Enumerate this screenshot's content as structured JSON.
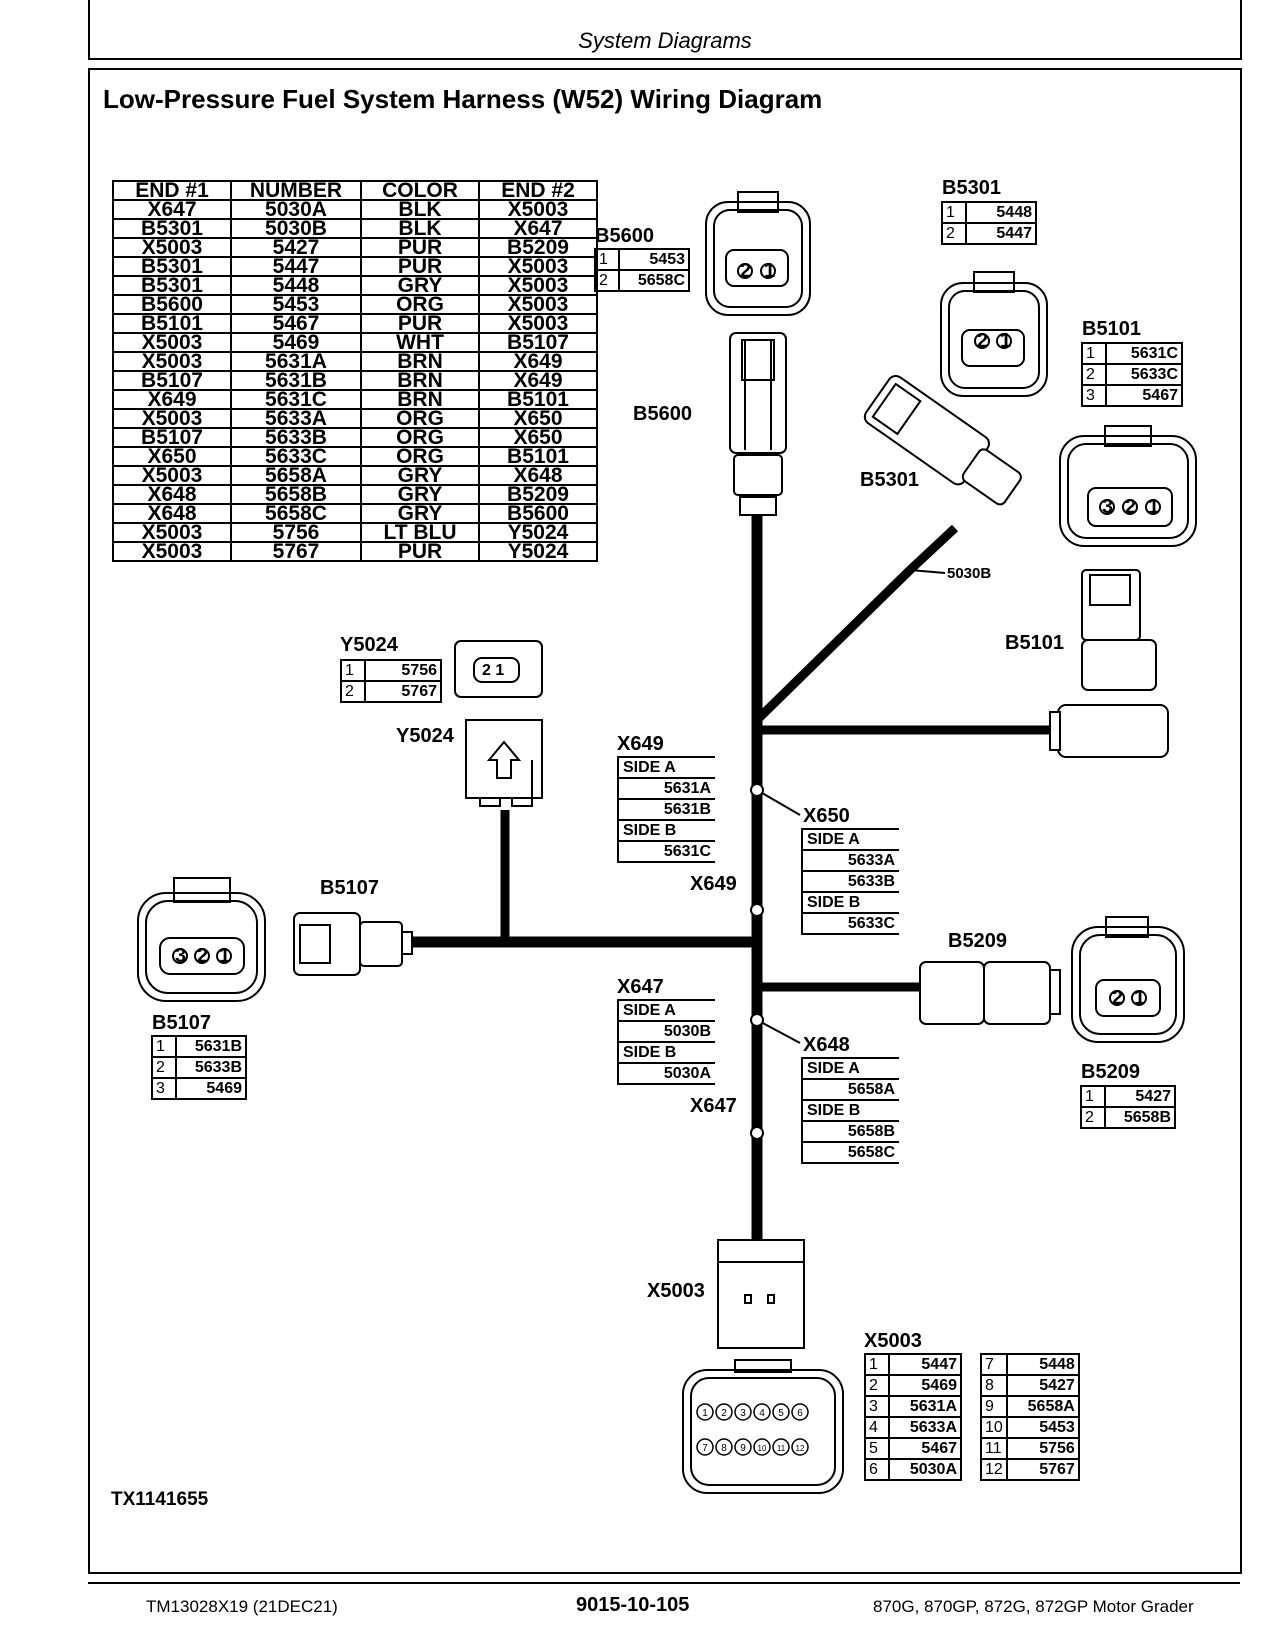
{
  "header": {
    "section": "System Diagrams"
  },
  "title": "Low-Pressure Fuel System Harness (W52) Wiring Diagram",
  "wire_table": {
    "columns": [
      "END #1",
      "NUMBER",
      "COLOR",
      "END #2"
    ],
    "rows": [
      [
        "X647",
        "5030A",
        "BLK",
        "X5003"
      ],
      [
        "B5301",
        "5030B",
        "BLK",
        "X647"
      ],
      [
        "X5003",
        "5427",
        "PUR",
        "B5209"
      ],
      [
        "B5301",
        "5447",
        "PUR",
        "X5003"
      ],
      [
        "B5301",
        "5448",
        "GRY",
        "X5003"
      ],
      [
        "B5600",
        "5453",
        "ORG",
        "X5003"
      ],
      [
        "B5101",
        "5467",
        "PUR",
        "X5003"
      ],
      [
        "X5003",
        "5469",
        "WHT",
        "B5107"
      ],
      [
        "X5003",
        "5631A",
        "BRN",
        "X649"
      ],
      [
        "B5107",
        "5631B",
        "BRN",
        "X649"
      ],
      [
        "X649",
        "5631C",
        "BRN",
        "B5101"
      ],
      [
        "X5003",
        "5633A",
        "ORG",
        "X650"
      ],
      [
        "B5107",
        "5633B",
        "ORG",
        "X650"
      ],
      [
        "X650",
        "5633C",
        "ORG",
        "B5101"
      ],
      [
        "X5003",
        "5658A",
        "GRY",
        "X648"
      ],
      [
        "X648",
        "5658B",
        "GRY",
        "B5209"
      ],
      [
        "X648",
        "5658C",
        "GRY",
        "B5600"
      ],
      [
        "X5003",
        "5756",
        "LT BLU",
        "Y5024"
      ],
      [
        "X5003",
        "5767",
        "PUR",
        "Y5024"
      ]
    ]
  },
  "pin_tables": {
    "b5600": {
      "name": "B5600",
      "pins": [
        [
          "1",
          "5453"
        ],
        [
          "2",
          "5658C"
        ]
      ]
    },
    "b5301": {
      "name": "B5301",
      "pins": [
        [
          "1",
          "5448"
        ],
        [
          "2",
          "5447"
        ]
      ]
    },
    "b5101": {
      "name": "B5101",
      "pins": [
        [
          "1",
          "5631C"
        ],
        [
          "2",
          "5633C"
        ],
        [
          "3",
          "5467"
        ]
      ]
    },
    "y5024": {
      "name": "Y5024",
      "pins": [
        [
          "1",
          "5756"
        ],
        [
          "2",
          "5767"
        ]
      ]
    },
    "b5107": {
      "name": "B5107",
      "pins": [
        [
          "1",
          "5631B"
        ],
        [
          "2",
          "5633B"
        ],
        [
          "3",
          "5469"
        ]
      ]
    },
    "b5209": {
      "name": "B5209",
      "pins": [
        [
          "1",
          "5427"
        ],
        [
          "2",
          "5658B"
        ]
      ]
    },
    "x5003a": {
      "name": "X5003",
      "pins": [
        [
          "1",
          "5447"
        ],
        [
          "2",
          "5469"
        ],
        [
          "3",
          "5631A"
        ],
        [
          "4",
          "5633A"
        ],
        [
          "5",
          "5467"
        ],
        [
          "6",
          "5030A"
        ]
      ]
    },
    "x5003b": {
      "pins": [
        [
          "7",
          "5448"
        ],
        [
          "8",
          "5427"
        ],
        [
          "9",
          "5658A"
        ],
        [
          "10",
          "5453"
        ],
        [
          "11",
          "5756"
        ],
        [
          "12",
          "5767"
        ]
      ]
    }
  },
  "splice_tables": {
    "x649": {
      "name": "X649",
      "side_a": "SIDE A",
      "a": [
        "5631A",
        "5631B"
      ],
      "side_b": "SIDE B",
      "b": [
        "5631C"
      ]
    },
    "x650": {
      "name": "X650",
      "side_a": "SIDE A",
      "a": [
        "5633A",
        "5633B"
      ],
      "side_b": "SIDE B",
      "b": [
        "5633C"
      ]
    },
    "x647": {
      "name": "X647",
      "side_a": "SIDE A",
      "a": [
        "5030B"
      ],
      "side_b": "SIDE B",
      "b": [
        "5030A"
      ]
    },
    "x648": {
      "name": "X648",
      "side_a": "SIDE A",
      "a": [
        "5658A"
      ],
      "side_b": "SIDE B",
      "b": [
        "5658B",
        "5658C"
      ]
    }
  },
  "diagram_labels": {
    "b5600": "B5600",
    "b5301": "B5301",
    "b5101": "B5101",
    "y5024": "Y5024",
    "b5107": "B5107",
    "b5209": "B5209",
    "x5003": "X5003",
    "x649": "X649",
    "x647": "X647",
    "wire_5030b": "5030B",
    "y5024_pins": "2 1",
    "x5003_pins_top": [
      "1",
      "2",
      "3",
      "4",
      "5",
      "6"
    ],
    "x5003_pins_bottom": [
      "7",
      "8",
      "9",
      "10",
      "11",
      "12"
    ]
  },
  "doc_id": "TX1141655",
  "footer": {
    "left": "TM13028X19 (21DEC21)",
    "center": "9015-10-105",
    "right": "870G, 870GP, 872G, 872GP Motor Grader"
  }
}
